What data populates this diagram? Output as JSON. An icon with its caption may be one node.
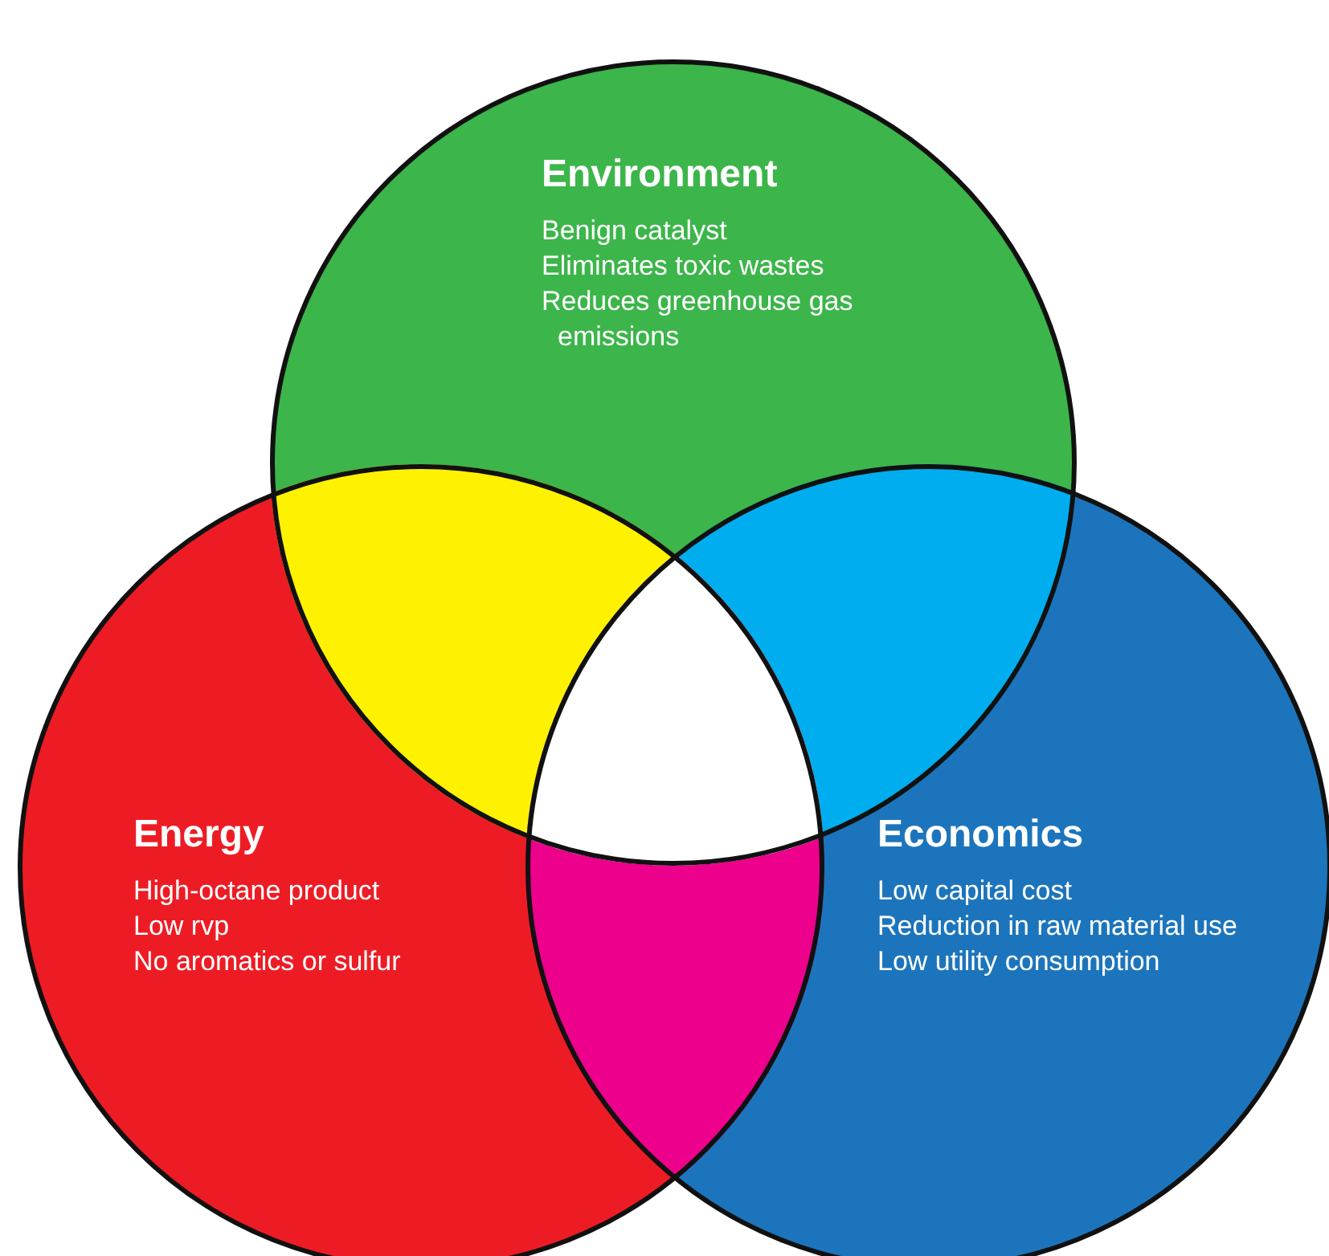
{
  "diagram": {
    "nodes": [
      {
        "text": [
          "Environment",
          "Benign catalyst",
          "Eliminates toxic wastes",
          "Reduces greenhouse gas emissions"
        ]
      },
      {
        "text": [
          "Energy",
          "High-octane product",
          "Low rvp",
          "No aromatics or sulfur"
        ]
      },
      {
        "text": [
          "Economics",
          "Low capital cost",
          "Reduction in raw material use",
          "Low utility consumption"
        ]
      }
    ],
    "edges": []
  }
}
